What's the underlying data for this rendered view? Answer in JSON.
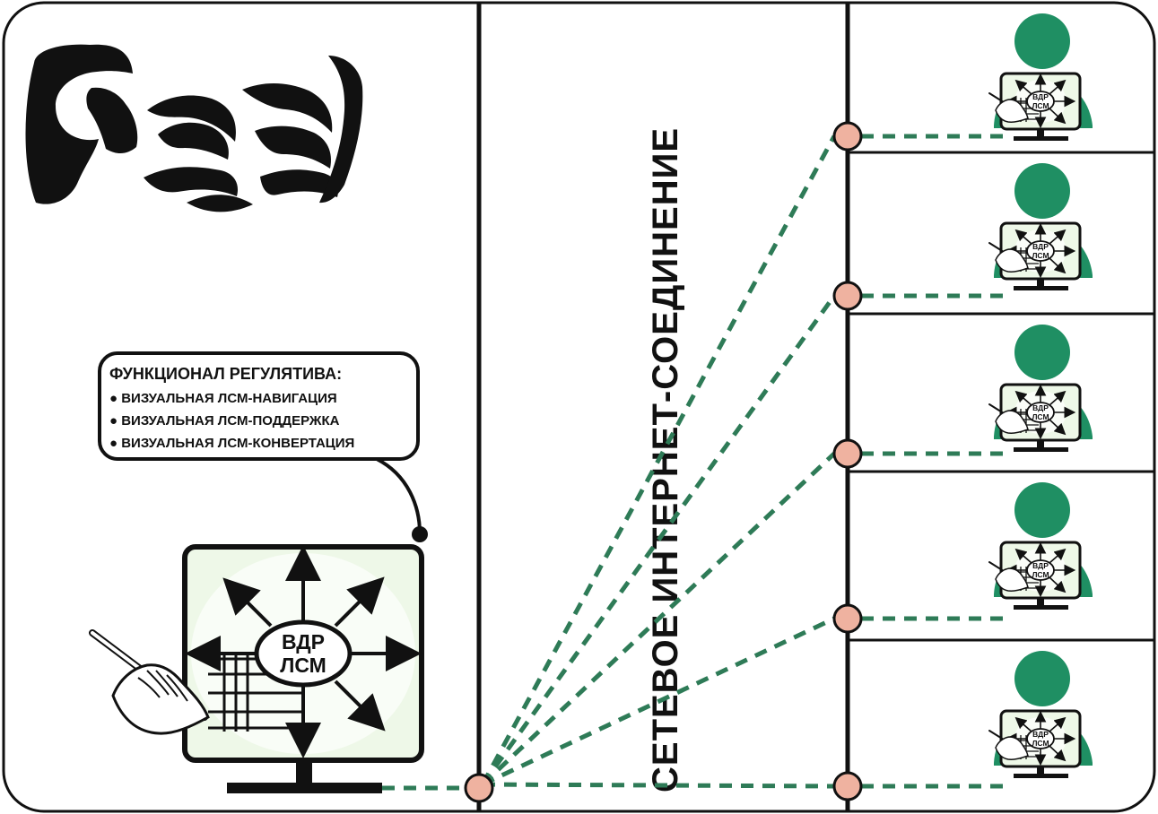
{
  "title": "СЕТЕВОЕ ИНТЕРНЕТ-СОЕДИНЕНИЕ",
  "callout": {
    "heading": "ФУНКЦИОНАЛ РЕГУЛЯТИВА:",
    "items": [
      "● ВИЗУАЛЬНАЯ ЛСМ-НАВИГАЦИЯ",
      "● ВИЗУАЛЬНАЯ ЛСМ-ПОДДЕРЖКА",
      "● ВИЗУАЛЬНАЯ ЛСМ-КОНВЕРТАЦИЯ"
    ]
  },
  "main_monitor": {
    "line1": "ВДР",
    "line2": "ЛСМ"
  },
  "user_count": 5,
  "colors": {
    "frame": "#111111",
    "green": "#1f8f63",
    "dash_green": "#2e7b57",
    "screen_green": "#eef8e8",
    "node_fill": "#efb2a0",
    "node_stroke": "#111111"
  }
}
